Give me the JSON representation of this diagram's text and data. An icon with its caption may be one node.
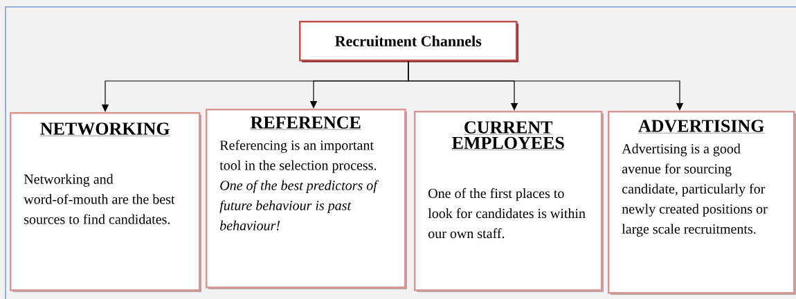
{
  "diagram": {
    "nodes": [
      {
        "text": [
          "Recruitment Channels"
        ]
      },
      {
        "text": [
          "NETWORKING",
          "Networking and word-of-mouth are the best sources to find candidates."
        ]
      },
      {
        "text": [
          "REFERENCE",
          "Referencing is an important tool in the selection process.",
          "One of the best predictors of future behaviour is past behaviour!"
        ]
      },
      {
        "text": [
          "CURRENT EMPLOYEES",
          "One of the first places to look for candidates is within our own staff."
        ]
      },
      {
        "text": [
          "ADVERTISING",
          "Advertising is a good avenue for sourcing candidate, particularly for newly created positions or large scale recruitments."
        ]
      }
    ],
    "edges": [
      {
        "from": 0,
        "to": 1,
        "arrow": "to"
      },
      {
        "from": 0,
        "to": 2,
        "arrow": "to"
      },
      {
        "from": 0,
        "to": 3,
        "arrow": "to"
      },
      {
        "from": 0,
        "to": 4,
        "arrow": "to"
      }
    ]
  }
}
